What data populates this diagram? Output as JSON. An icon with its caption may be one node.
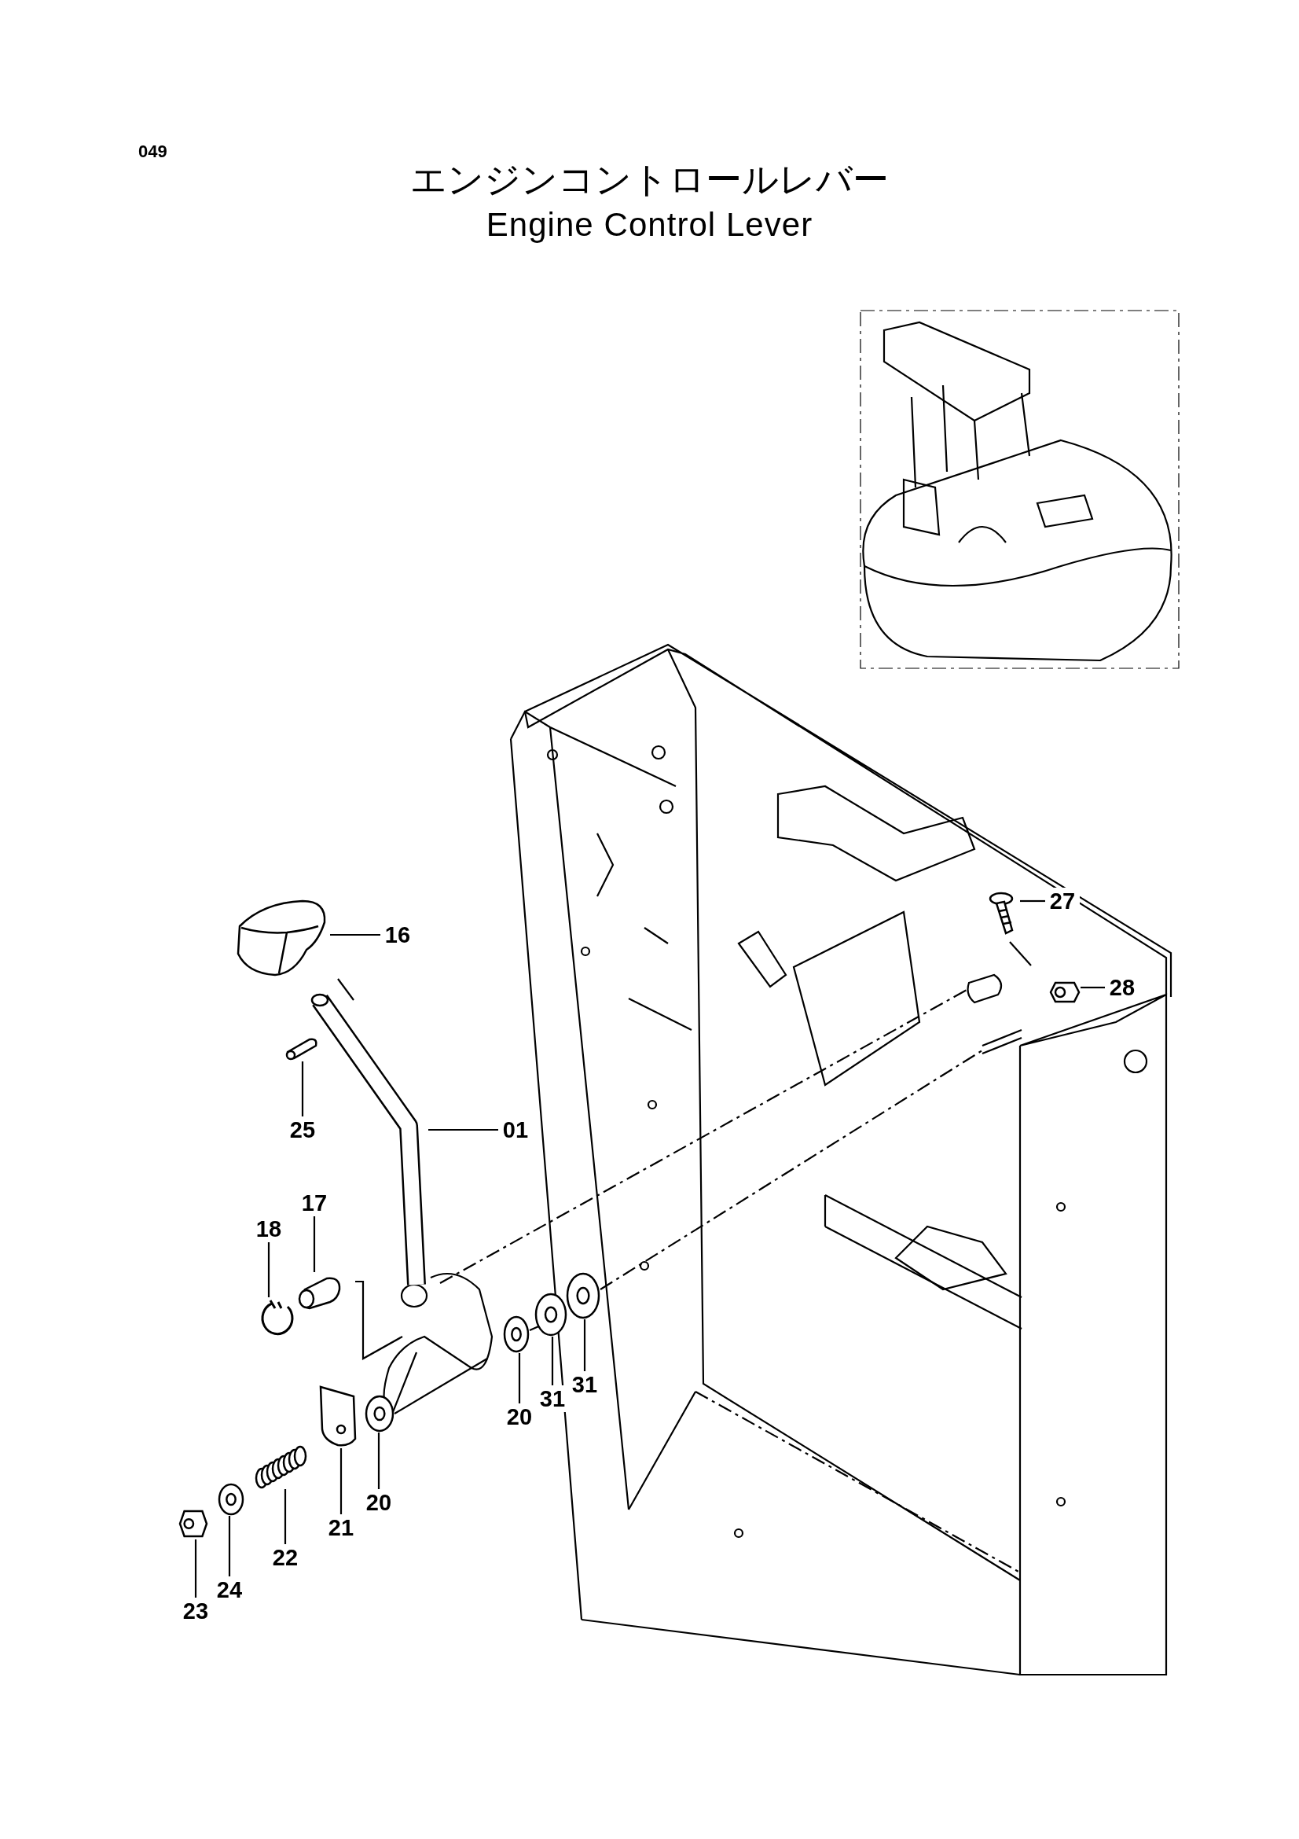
{
  "diagram": {
    "title": "エンジンコントロールレバー",
    "nodes": [
      {
        "text": [
          "27"
        ]
      },
      {
        "text": [
          "28"
        ]
      },
      {
        "text": [
          "16"
        ]
      },
      {
        "text": [
          "25"
        ]
      },
      {
        "text": [
          "01"
        ]
      },
      {
        "text": [
          "17"
        ]
      },
      {
        "text": [
          "18"
        ]
      },
      {
        "text": [
          "31"
        ]
      },
      {
        "text": [
          "31"
        ]
      },
      {
        "text": [
          "20"
        ]
      },
      {
        "text": [
          "20"
        ]
      },
      {
        "text": [
          "21"
        ]
      },
      {
        "text": [
          "22"
        ]
      },
      {
        "text": [
          "24"
        ]
      },
      {
        "text": [
          "23"
        ]
      },
      {
        "text": [],
        "shape": "picture"
      },
      {
        "text": [],
        "shape": "picture"
      },
      {
        "text": [],
        "shape": "picture"
      },
      {
        "text": [],
        "shape": "picture"
      },
      {
        "text": [],
        "shape": "picture"
      },
      {
        "text": [],
        "shape": "picture"
      },
      {
        "text": [],
        "shape": "picture"
      },
      {
        "text": [],
        "shape": "picture"
      },
      {
        "text": [],
        "shape": "picture"
      },
      {
        "text": [],
        "shape": "picture"
      },
      {
        "text": [],
        "shape": "picture"
      },
      {
        "text": [],
        "shape": "picture"
      },
      {
        "text": [],
        "shape": "picture"
      },
      {
        "text": [],
        "shape": "picture"
      },
      {
        "text": [],
        "shape": "picture"
      }
    ],
    "edges": [
      {
        "from": 0,
        "to": 15,
        "arrow": "none"
      },
      {
        "from": 1,
        "to": 16,
        "arrow": "none"
      },
      {
        "from": 2,
        "to": 17,
        "arrow": "none"
      },
      {
        "from": 3,
        "to": 18,
        "arrow": "none"
      },
      {
        "from": 4,
        "to": 19,
        "arrow": "none"
      },
      {
        "from": 5,
        "to": 20,
        "arrow": "none"
      },
      {
        "from": 6,
        "to": 21,
        "arrow": "none"
      },
      {
        "from": 7,
        "to": 22,
        "arrow": "none"
      },
      {
        "from": 8,
        "to": 23,
        "arrow": "none"
      },
      {
        "from": 9,
        "to": 24,
        "arrow": "none"
      },
      {
        "from": 10,
        "to": 25,
        "arrow": "none"
      },
      {
        "from": 11,
        "to": 26,
        "arrow": "none"
      },
      {
        "from": 12,
        "to": 27,
        "arrow": "none"
      },
      {
        "from": 13,
        "to": 28,
        "arrow": "none"
      },
      {
        "from": 14,
        "to": 29,
        "arrow": "none"
      }
    ],
    "labels": [
      "049",
      "Engine Control Lever"
    ]
  }
}
